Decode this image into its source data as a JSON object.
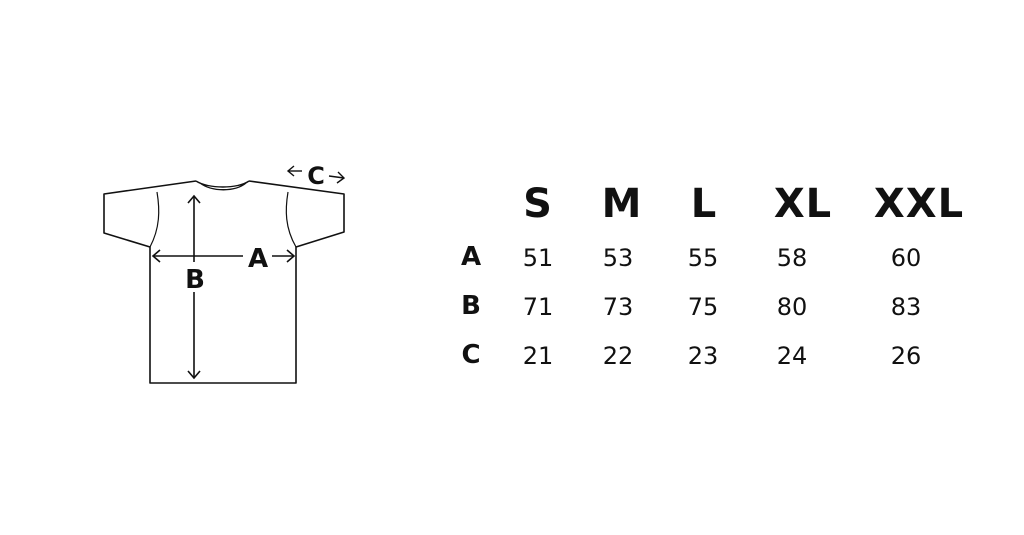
{
  "diagram": {
    "labels": {
      "a": "A",
      "b": "B",
      "c": "C"
    }
  },
  "table": {
    "sizes": [
      "S",
      "M",
      "L",
      "XL",
      "XXL"
    ],
    "rows": [
      {
        "label": "A",
        "values": [
          "51",
          "53",
          "55",
          "58",
          "60"
        ]
      },
      {
        "label": "B",
        "values": [
          "71",
          "73",
          "75",
          "80",
          "83"
        ]
      },
      {
        "label": "C",
        "values": [
          "21",
          "22",
          "23",
          "24",
          "26"
        ]
      }
    ]
  },
  "colors": {
    "ink": "#111111",
    "background": "#ffffff"
  }
}
